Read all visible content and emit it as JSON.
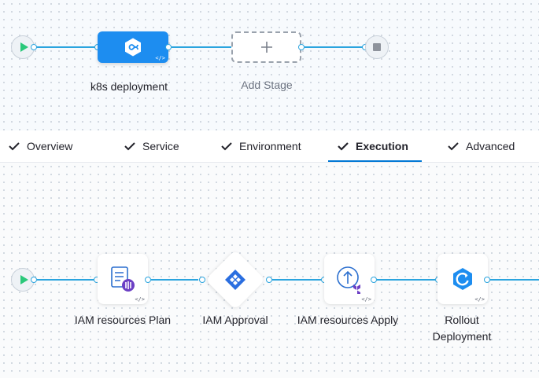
{
  "pipeline": {
    "stage_name": "k8s deployment",
    "add_stage_label": "Add Stage",
    "code_marker": "</>"
  },
  "tabs": [
    {
      "label": "Overview",
      "completed": true,
      "active": false
    },
    {
      "label": "Service",
      "completed": true,
      "active": false
    },
    {
      "label": "Environment",
      "completed": true,
      "active": false
    },
    {
      "label": "Execution",
      "completed": true,
      "active": true
    },
    {
      "label": "Advanced",
      "completed": true,
      "active": false
    }
  ],
  "execution": {
    "steps": [
      {
        "label": "IAM resources Plan",
        "icon": "terraform-plan-icon"
      },
      {
        "label": "IAM Approval",
        "icon": "approval-icon"
      },
      {
        "label": "IAM resources Apply",
        "icon": "terraform-apply-icon"
      },
      {
        "label": "Rollout Deployment",
        "icon": "rollout-icon"
      }
    ]
  },
  "colors": {
    "accent": "#0278d5",
    "connector": "#2ba4de",
    "stage_fill": "#1d8df0",
    "start_green": "#2ac87a"
  }
}
